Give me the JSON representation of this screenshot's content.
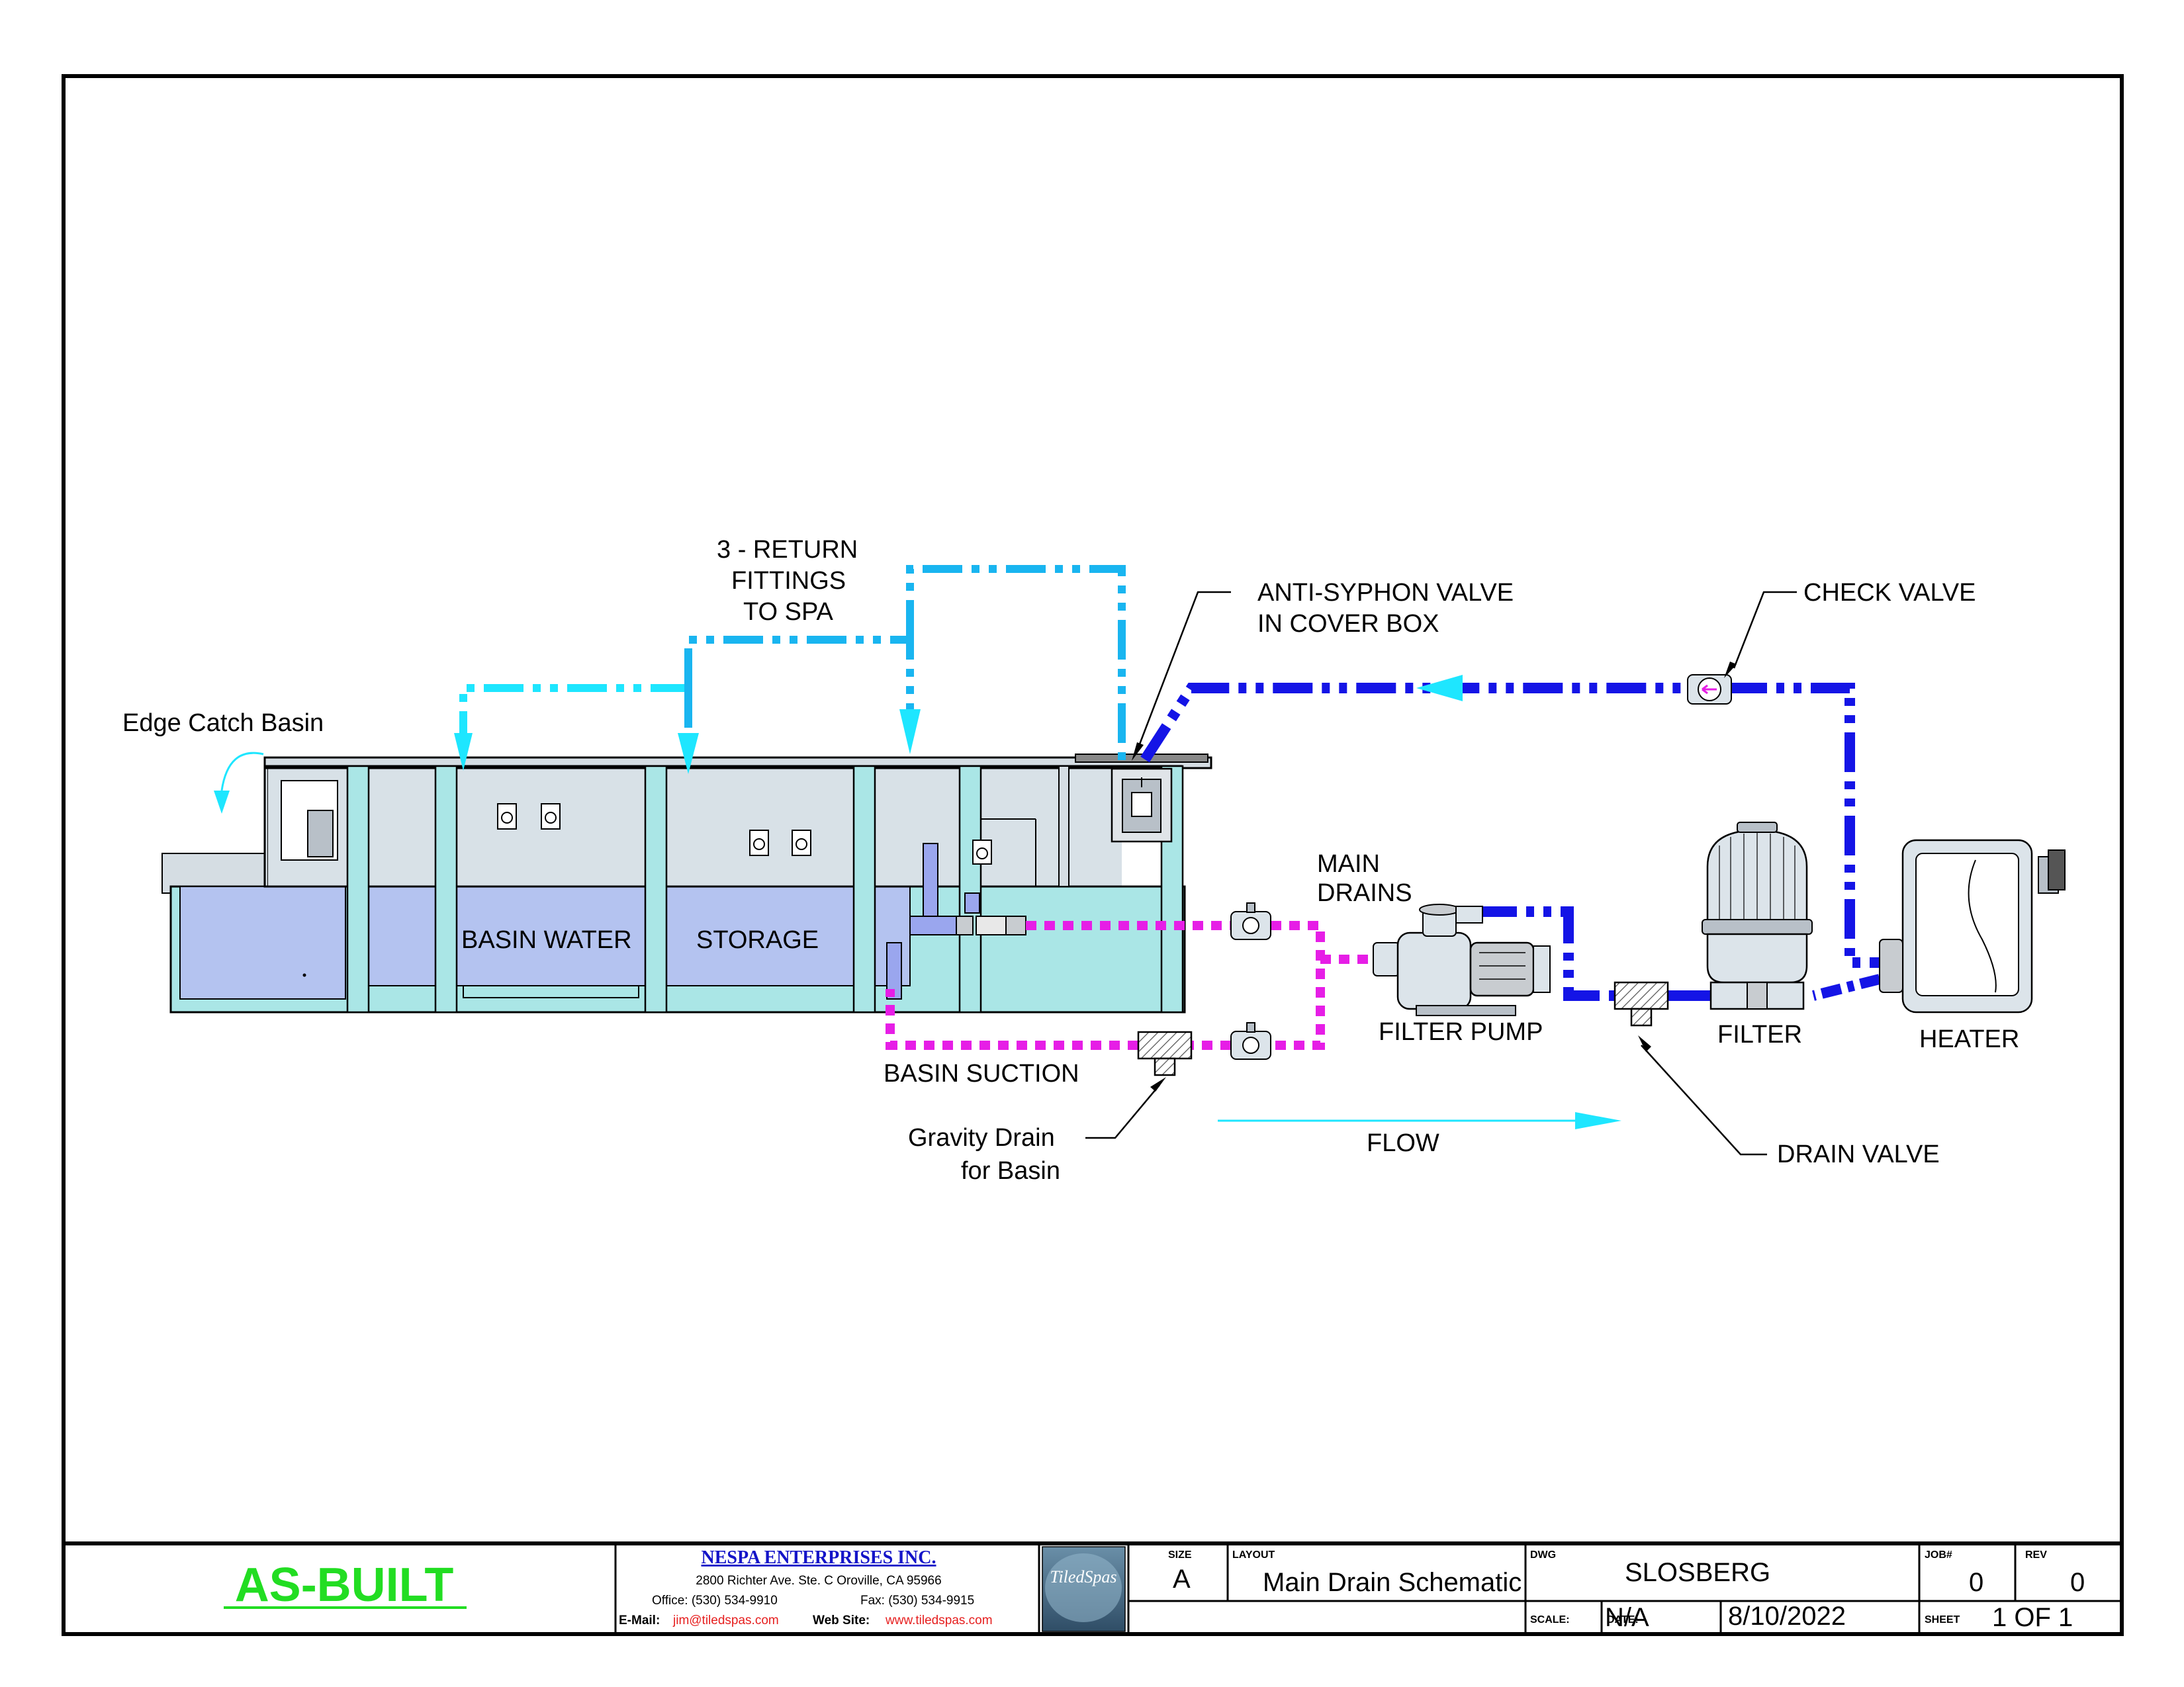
{
  "labels": {
    "edge_catch_basin": "Edge Catch Basin",
    "return_fittings_1": "3  - RETURN",
    "return_fittings_2": "FITTINGS",
    "return_fittings_3": "TO SPA",
    "anti_syphon_1": "ANTI-SYPHON VALVE",
    "anti_syphon_2": "IN COVER BOX",
    "check_valve": "CHECK VALVE",
    "main_drains_1": "MAIN",
    "main_drains_2": "DRAINS",
    "basin_water": "BASIN WATER",
    "storage": "STORAGE",
    "filter_pump": "FILTER PUMP",
    "filter": "FILTER",
    "heater": "HEATER",
    "basin_suction": "BASIN SUCTION",
    "gravity_drain_1": "Gravity Drain",
    "gravity_drain_2": "for Basin",
    "flow": "FLOW",
    "drain_valve": "DRAIN VALVE"
  },
  "title_block": {
    "status": "AS-BUILT",
    "company_name": "NESPA ENTERPRISES INC.",
    "address": "2800 Richter Ave. Ste. C Oroville, CA 95966",
    "office": "Office: (530) 534-9910",
    "fax": "Fax: (530) 534-9915",
    "email_label": "E-Mail:",
    "email": "jim@tiledspas.com",
    "website_label": "Web Site:",
    "website": "www.tiledspas.com",
    "logo_text": "TiledSpas",
    "size_label": "SIZE",
    "size": "A",
    "layout_label": "LAYOUT",
    "layout": "Main Drain Schematic",
    "dwg_label": "DWG",
    "dwg": "SLOSBERG",
    "job_label": "JOB#",
    "job": "0",
    "rev_label": "REV",
    "rev": "0",
    "scale_label": "SCALE:",
    "scale": "N/A",
    "date_label": "DATE:",
    "date": "8/10/2022",
    "sheet_label": "SHEET",
    "sheet": "1 OF 1"
  },
  "colors": {
    "return_line": "#19b5f0",
    "return_arrow": "#1ee6ff",
    "pressure_line": "#1414e6",
    "suction_line": "#e61ee6",
    "status_green": "#22dd22",
    "company_blue": "#1414c8",
    "water": "#b4c3f0",
    "structure": "#aae6e6"
  }
}
